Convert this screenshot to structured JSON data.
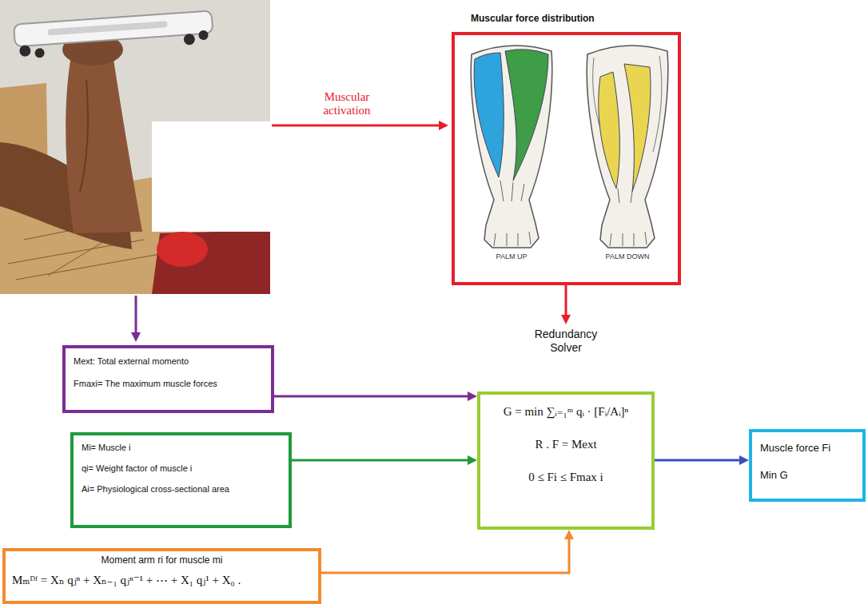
{
  "diagram": {
    "nodes": [
      {
        "text": [
          "Muscular force distribution",
          "PALM UP",
          "PALM DOWN"
        ]
      },
      {
        "text": [
          "Mext: Total external momento",
          "Fmaxi= The maximum muscle forces"
        ]
      },
      {
        "text": [
          "Mi= Muscle i",
          "qi= Weight factor of muscle i",
          "Ai= Physiological cross-sectional area"
        ]
      },
      {
        "text": [
          "Redundancy Solver",
          "G = min ∑ᵢ₌₁ᵐ qᵢ · [Fᵢ/Aᵢ]ⁿ",
          "R . F = Mext",
          "0 ≤ Fi ≤ Fmax i"
        ]
      },
      {
        "text": [
          "Moment arm ri for muscle mi",
          "Mₘᴰᶠ = Xₙ qⱼⁿ + Xₙ₋₁ qⱼⁿ⁻¹ + ⋯ + X₁ qⱼ¹ + X₀ ."
        ]
      },
      {
        "text": [
          "Muscle force Fi",
          "Min G"
        ]
      }
    ],
    "edges": [
      {
        "from": 0,
        "to": 3,
        "arrow": "to"
      },
      {
        "from": 1,
        "to": 3,
        "arrow": "to"
      },
      {
        "from": 2,
        "to": 3,
        "arrow": "to"
      },
      {
        "from": 4,
        "to": 3,
        "arrow": "to"
      },
      {
        "from": 3,
        "to": 5,
        "arrow": "to"
      }
    ],
    "labels": [
      "Muscular activation"
    ]
  }
}
